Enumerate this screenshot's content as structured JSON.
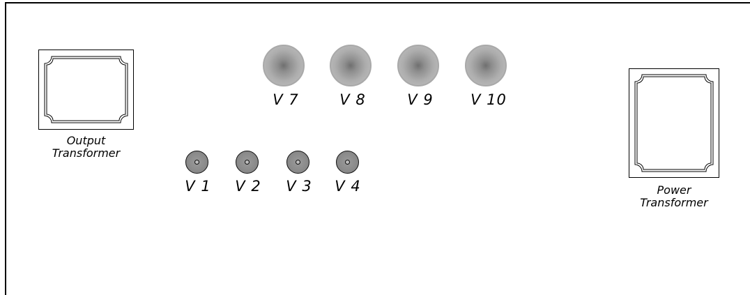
{
  "output_transformer": {
    "label_line1": "Output",
    "label_line2": "Transformer"
  },
  "power_transformer": {
    "label_line1": "Power",
    "label_line2": "Transformer"
  },
  "large_tubes": [
    {
      "label": "V 7"
    },
    {
      "label": "V 8"
    },
    {
      "label": "V 9"
    },
    {
      "label": "V 10"
    }
  ],
  "small_tubes": [
    {
      "label": "V 1"
    },
    {
      "label": "V 2"
    },
    {
      "label": "V 3"
    },
    {
      "label": "V 4"
    }
  ],
  "colors": {
    "outline": "#000000",
    "large_tube_fill": "#a9a9a9",
    "small_tube_fill": "#8a8a8a"
  },
  "icons": {
    "large_tube": "tube-socket-large-icon",
    "small_tube": "tube-socket-small-icon",
    "transformer": "transformer-icon"
  }
}
